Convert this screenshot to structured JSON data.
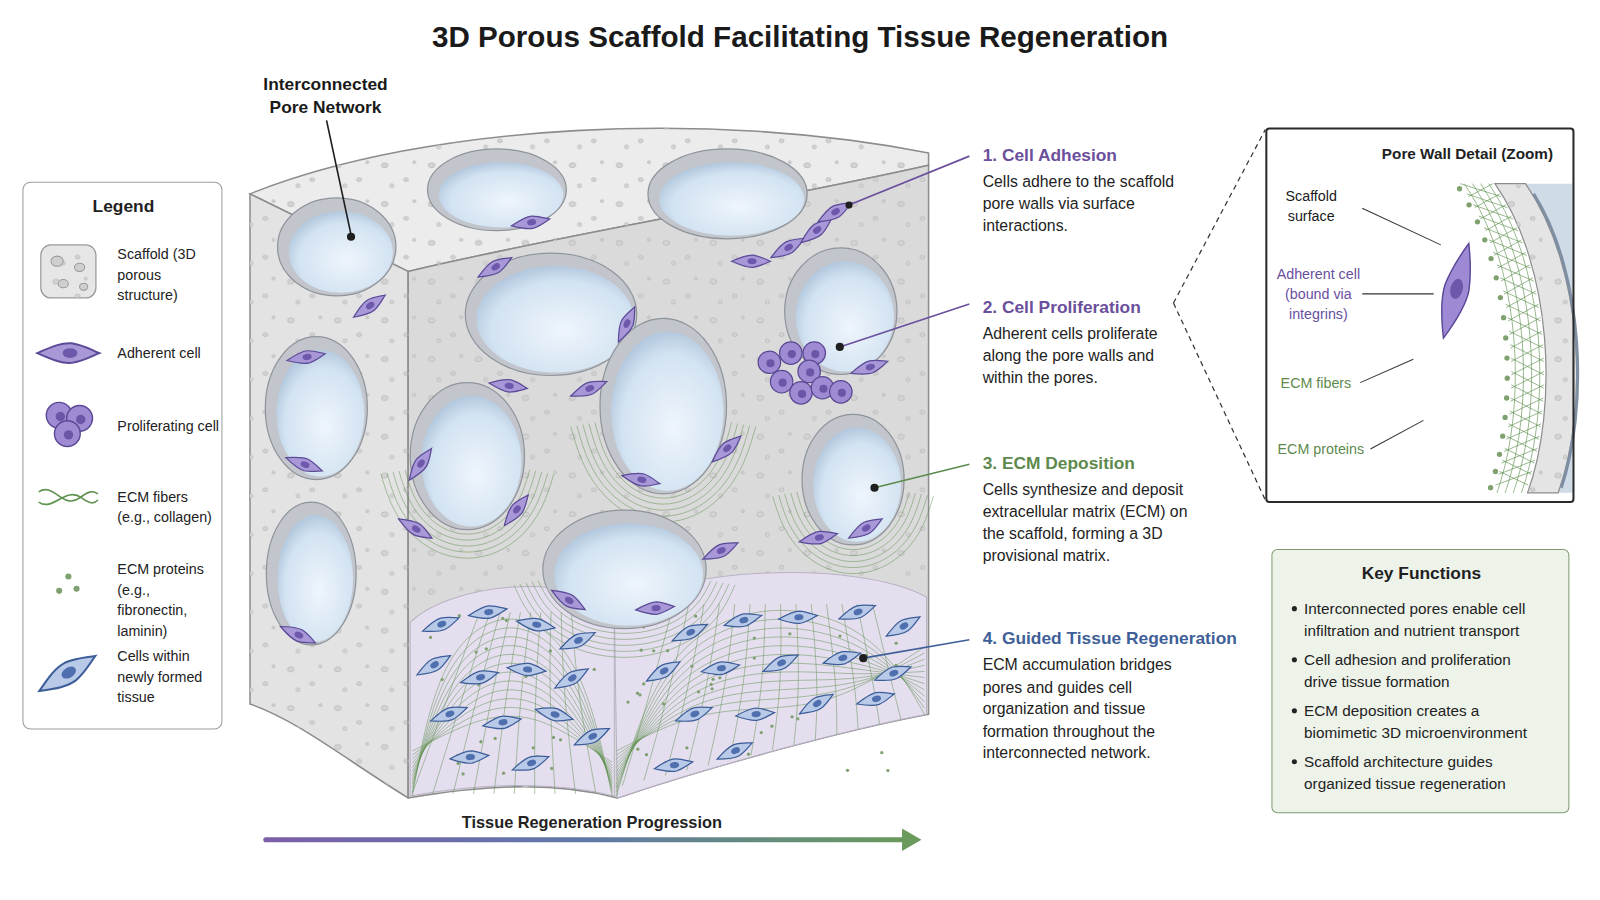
{
  "diagram": {
    "title": "3D Porous Scaffold Facilitating Tissue Regeneration",
    "nodes": [
      {
        "text": [
          "Legend"
        ]
      },
      {
        "text": [
          "Pore Wall Detail (Zoom)"
        ]
      },
      {
        "text": [
          "Key Functions",
          "Interconnected pores enable cell infiltration and nutrient transport",
          "Cell adhesion and proliferation drive tissue formation",
          "ECM deposition creates a biomimetic 3D microenvironment",
          "Scaffold architecture guides organized tissue regeneration"
        ]
      }
    ],
    "labels": [
      "Interconnected Pore Network",
      "1. Cell Adhesion",
      "Cells adhere to the scaffold pore walls via surface interactions.",
      "2. Cell Proliferation",
      "Adherent cells proliferate along the pore walls and within the pores.",
      "3. ECM Deposition",
      "Cells synthesize and deposit extracellular matrix (ECM) on the scaffold, forming a 3D provisional matrix.",
      "4. Guided Tissue Regeneration",
      "ECM accumulation bridges pores and guides cell organization and tissue formation throughout the interconnected network.",
      "Scaffold surface",
      "Adherent cell (bound via integrins)",
      "ECM fibers",
      "ECM proteins",
      "Tissue Regeneration Progression"
    ],
    "legend": [
      {
        "text": "Scaffold (3D porous structure)"
      },
      {
        "text": "Adherent cell"
      },
      {
        "text": "Proliferating cell"
      },
      {
        "text": "ECM fibers (e.g., collagen)"
      },
      {
        "text": "ECM proteins (e.g., fibronectin, laminin)"
      },
      {
        "text": "Cells within newly formed tissue"
      }
    ]
  }
}
